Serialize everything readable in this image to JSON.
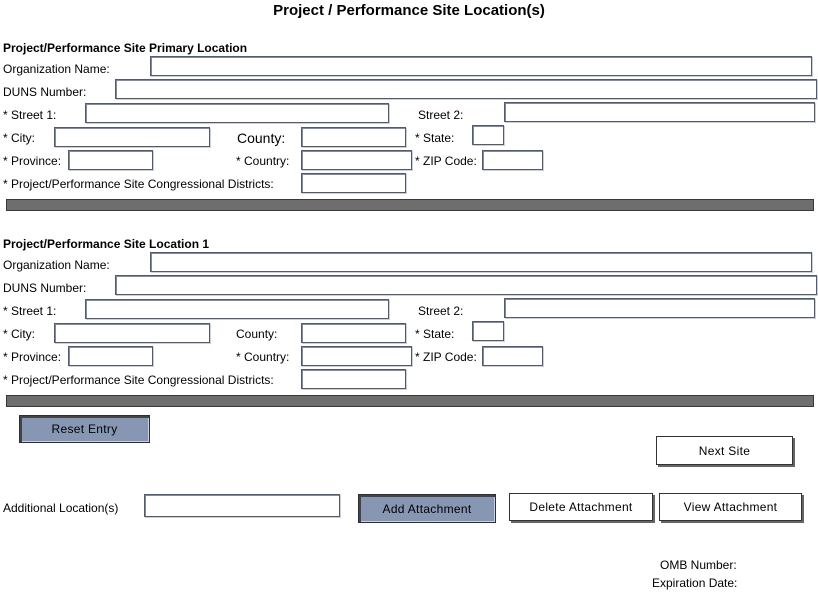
{
  "page": {
    "title": "Project / Performance Site Location(s)"
  },
  "primary": {
    "heading": "Project/Performance Site Primary Location",
    "org_label": "Organization Name:",
    "duns_label": "DUNS Number:",
    "street1_label": "* Street 1:",
    "street2_label": "Street 2:",
    "city_label": "* City:",
    "county_label": "County:",
    "state_label": "* State:",
    "province_label": "* Province:",
    "country_label": "* Country:",
    "zip_label": "* ZIP Code:",
    "districts_label": "* Project/Performance Site Congressional Districts:"
  },
  "location1": {
    "heading": "Project/Performance Site Location 1",
    "org_label": "Organization Name:",
    "duns_label": "DUNS Number:",
    "street1_label": "* Street 1:",
    "street2_label": "Street 2:",
    "city_label": "* City:",
    "county_label": "County:",
    "state_label": "* State:",
    "province_label": "* Province:",
    "country_label": "* Country:",
    "zip_label": "* ZIP Code:",
    "districts_label": "* Project/Performance Site Congressional Districts:"
  },
  "buttons": {
    "reset": "Reset Entry",
    "next_site": "Next Site",
    "add_attachment": "Add Attachment",
    "delete_attachment": "Delete Attachment",
    "view_attachment": "View  Attachment"
  },
  "additional": {
    "label": "Additional Location(s)"
  },
  "footer": {
    "omb_label": "OMB Number:",
    "expiration_label": "Expiration Date:"
  }
}
